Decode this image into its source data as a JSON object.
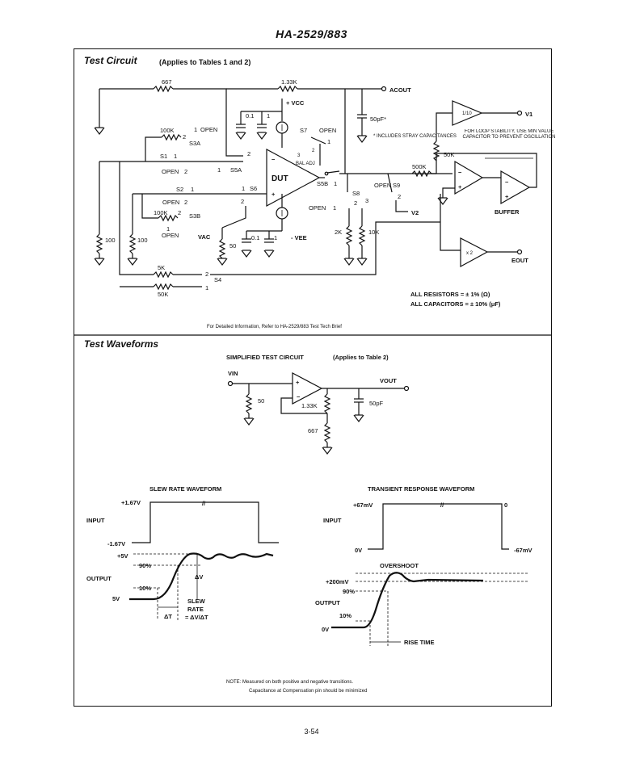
{
  "header": {
    "title": "HA-2529/883"
  },
  "test_circuit": {
    "title": "Test Circuit",
    "subtitle": "(Applies to Tables 1 and 2)",
    "resistors": {
      "r667": "667",
      "r133k": "1.33K",
      "r100k_top": "100K",
      "r100k_bot": "100K",
      "r100_a": "100",
      "r100_b": "100",
      "r50": "50",
      "r2k": "2K",
      "r10k": "10K",
      "r500k": "500K",
      "r50k": "50K",
      "r5k": "5K",
      "r50k_bot": "50K"
    },
    "capacitors": {
      "c01_a": "0.1",
      "c1_a": "1",
      "c01_b": "0.1",
      "c1_b": "1",
      "c50pf": "50pF*"
    },
    "supplies": {
      "vcc": "+ VCC",
      "vee": "- VEE",
      "vac": "VAC"
    },
    "nodes": {
      "ac_out": "ACOUT",
      "v1": "V1",
      "v2": "V2",
      "e_out": "EOUT"
    },
    "switches": {
      "s1": "S1",
      "s2": "S2",
      "s3a": "S3A",
      "s3b": "S3B",
      "s4": "S4",
      "s5a": "S5A",
      "s5b": "S5B",
      "s6": "S6",
      "s7": "S7",
      "s8": "S8",
      "s9": "S9",
      "open": "OPEN",
      "one": "1",
      "two": "2",
      "three": "3",
      "bal_adj": "BAL ADJ"
    },
    "blocks": {
      "dut": "DUT",
      "div10": "1/10",
      "x2": "x 2",
      "buffer": "BUFFER"
    },
    "notes": {
      "stray": "* INCLUDES STRAY CAPACITANCES",
      "stability": "FOR LOOP STABILITY, USE MIN VALUE CAPACITOR TO PREVENT OSCILLATION",
      "all_resistors": "ALL RESISTORS = ± 1% (Ω)",
      "all_capacitors": "ALL CAPACITORS = ± 10% (μF)",
      "detail": "For Detailed Information, Refer to HA-2529/883 Test Tech Brief"
    }
  },
  "test_waveforms": {
    "title": "Test Waveforms",
    "simplified_title": "SIMPLIFIED TEST CIRCUIT",
    "simplified_sub": "(Applies to Table 2)",
    "simplified": {
      "vin": "VIN",
      "vout": "VOUT",
      "r50": "50",
      "r133k": "1.33K",
      "r667": "667",
      "c50pf": "50pF"
    },
    "slew": {
      "title": "SLEW RATE WAVEFORM",
      "input": "INPUT",
      "output": "OUTPUT",
      "v_hi": "+1.67V",
      "v_lo": "-1.67V",
      "o_hi": "+5V",
      "o_lo": "5V",
      "p90": "90%",
      "p10": "10%",
      "dv": "ΔV",
      "dt": "ΔT",
      "slew1": "SLEW",
      "slew2": "RATE",
      "slew3": "= ΔV/ΔT"
    },
    "transient": {
      "title": "TRANSIENT RESPONSE WAVEFORM",
      "input": "INPUT",
      "output": "OUTPUT",
      "v_hi": "+67mV",
      "v_zero": "0",
      "v_lo": "0V",
      "v_neg": "-67mV",
      "overshoot": "OVERSHOOT",
      "o200": "+200mV",
      "p90": "90%",
      "p10": "10%",
      "o_zero": "0V",
      "rise": "RISE TIME"
    },
    "note1": "NOTE: Measured on both positive and negative transitions.",
    "note2": "Capacitance at Compensation pin should be minimized"
  },
  "page_number": "3-54"
}
